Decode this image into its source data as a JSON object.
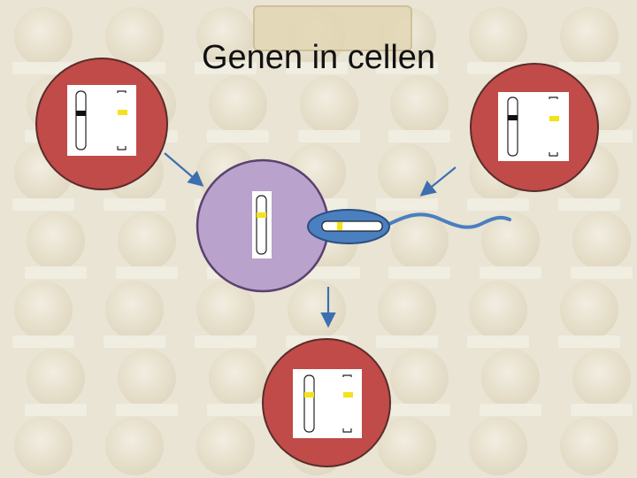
{
  "slide": {
    "title": "Genen in cellen"
  },
  "colors": {
    "parent_cell": "#c04b48",
    "child_cell": "#b9a2cc",
    "cell_border": "#5a2c2a",
    "chromosome_fill": "#ffffff",
    "black_gene": "#111111",
    "yellow_gene": "#f4e21a",
    "arrow": "#3d6fb0",
    "virus_body": "#4a7fc0"
  },
  "diagram": {
    "nodes": [
      {
        "id": "parent-cell-left",
        "kind": "parent",
        "genes": [
          "black",
          "yellow"
        ]
      },
      {
        "id": "parent-cell-right",
        "kind": "parent",
        "genes": [
          "black",
          "yellow"
        ]
      },
      {
        "id": "child-cell-center",
        "kind": "child",
        "genes": [
          "yellow"
        ]
      },
      {
        "id": "offspring-cell-bottom",
        "kind": "parent",
        "genes": [
          "yellow",
          "yellow"
        ]
      },
      {
        "id": "virus-vector",
        "kind": "virus",
        "genes": [
          "yellow"
        ]
      }
    ],
    "edges": [
      {
        "from": "parent-cell-left",
        "to": "child-cell-center"
      },
      {
        "from": "parent-cell-right",
        "to": "child-cell-center"
      },
      {
        "from": "child-cell-center",
        "to": "offspring-cell-bottom"
      }
    ]
  }
}
